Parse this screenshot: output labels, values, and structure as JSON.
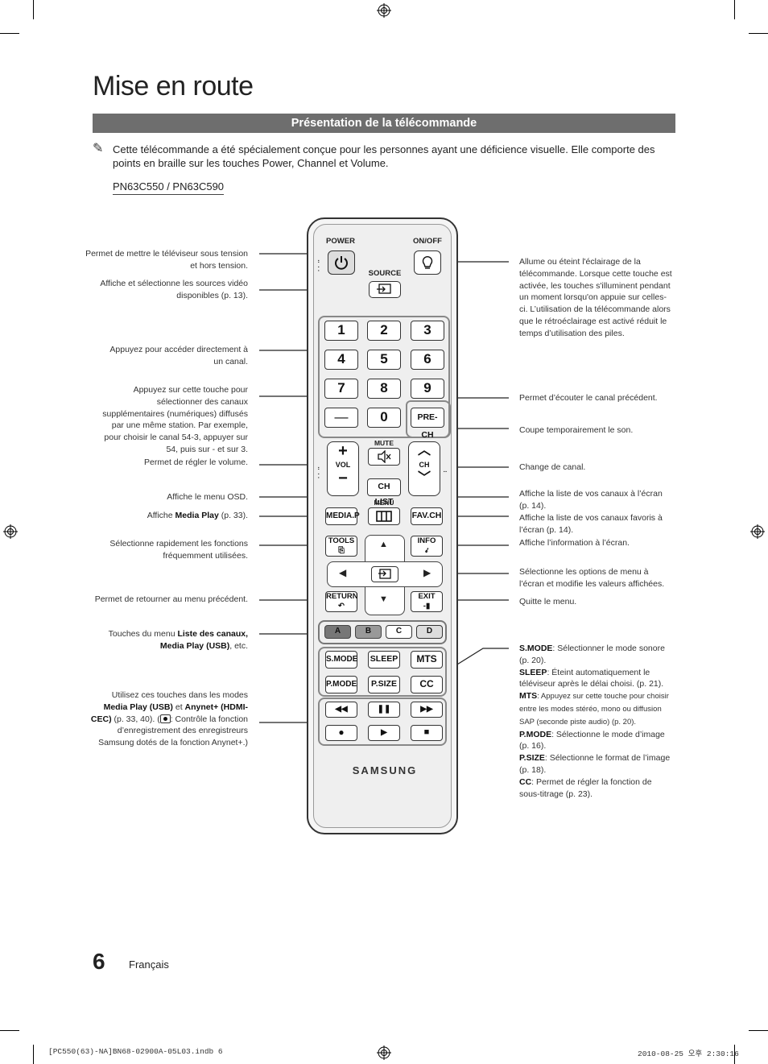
{
  "page_title": "Mise en route",
  "section_title": "Présentation de la télécommande",
  "note_icon": "pencil-note-icon",
  "note_text": "Cette télécommande a été spécialement conçue pour les personnes ayant une déficience visuelle. Elle comporte des points en braille sur les touches Power, Channel et Volume.",
  "model": "PN63C550 / PN63C590",
  "left_labels": {
    "power": "Permet de mettre le téléviseur sous tension et hors tension.",
    "source": "Affiche et sélectionne les sources vidéo disponibles (p. 13).",
    "numbers": "Appuyez pour accéder directement à un canal.",
    "dash": "Appuyez sur cette touche pour sélectionner des canaux supplémentaires (numériques) diffusés par une même station. Par exemple, pour choisir le canal 54-3, appuyer sur 54, puis sur - et sur 3.",
    "volume": "Permet de régler le volume.",
    "menu": "Affiche le menu OSD.",
    "media_prefix": "Affiche ",
    "media_bold": "Media Play",
    "media_suffix": " (p. 33).",
    "tools": "Sélectionne rapidement les fonctions fréquemment utilisées.",
    "return": "Permet de retourner au menu précédent.",
    "color_prefix": "Touches du menu ",
    "color_bold1": "Liste des canaux,",
    "color_bold2": "Media Play (USB)",
    "color_suffix": ", etc.",
    "playback_1": "Utilisez ces touches dans les modes",
    "playback_bold1": "Media Play (USB)",
    "playback_and": " et ",
    "playback_bold2": "Anynet+",
    "playback_bold3": "(HDMI-CEC)",
    "playback_2": " (p. 33, 40). (",
    "playback_3": ": Contrôle la fonction d’enregistrement des enregistreurs Samsung dotés de la fonction Anynet+.)"
  },
  "right_labels": {
    "onoff": "Allume ou éteint l'éclairage de la télécommande. Lorsque cette touche est activée, les touches s'illuminent pendant un moment lorsqu'on appuie sur celles-ci. L’utilisation de la télécommande alors que le rétroéclairage est activé réduit le temps d’utilisation des piles.",
    "prech": "Permet d’écouter le canal précédent.",
    "mute": "Coupe temporairement le son.",
    "ch": "Change de canal.",
    "chlist": "Affiche la liste de vos canaux à l’écran (p. 14).",
    "favch": "Affiche la liste de vos canaux favoris à l’écran (p. 14).",
    "info": "Affiche l’information à l’écran.",
    "nav": "Sélectionne les options de menu à l’écran et modifie les valeurs affichées.",
    "exit": "Quitte le menu.",
    "smode_key": "S.MODE",
    "smode": ": Sélectionner le mode sonore (p. 20).",
    "sleep_key": "SLEEP",
    "sleep": ": Éteint automatiquement le téléviseur après le délai choisi. (p. 21).",
    "mts_key": "MTS",
    "mts": ": Appuyez sur cette touche pour choisir entre les modes stéréo, mono ou diffusion SAP (seconde piste audio) (p. 20).",
    "pmode_key": "P.MODE",
    "pmode": ": Sélectionne le mode d’image (p. 16).",
    "psize_key": "P.SIZE",
    "psize": ": Sélectionne le format de l’image (p. 18).",
    "cc_key": "CC",
    "cc": ": Permet de régler la fonction de sous-titrage (p. 23)."
  },
  "remote": {
    "power": "POWER",
    "onoff": "ON/OFF",
    "source": "SOURCE",
    "numbers": [
      "1",
      "2",
      "3",
      "4",
      "5",
      "6",
      "7",
      "8",
      "9"
    ],
    "dash": "—",
    "zero": "0",
    "prech": "PRE-CH",
    "mute": "MUTE",
    "vol": "VOL",
    "ch": "CH",
    "chlist": "CH LIST",
    "menu": "MENU",
    "mediap": "MEDIA.P",
    "favch": "FAV.CH",
    "tools": "TOOLS",
    "info": "INFO",
    "return": "RETURN",
    "exit": "EXIT",
    "colors": [
      "A",
      "B",
      "C",
      "D"
    ],
    "smode": "S.MODE",
    "sleep": "SLEEP",
    "mts": "MTS",
    "pmode": "P.MODE",
    "psize": "P.SIZE",
    "cc": "CC",
    "brand": "SAMSUNG"
  },
  "page_number": "6",
  "language": "Français",
  "footer_left": "[PC550(63)-NA]BN68-02900A-05L03.indb   6",
  "footer_right": "2010-08-25   오후 2:30:16"
}
